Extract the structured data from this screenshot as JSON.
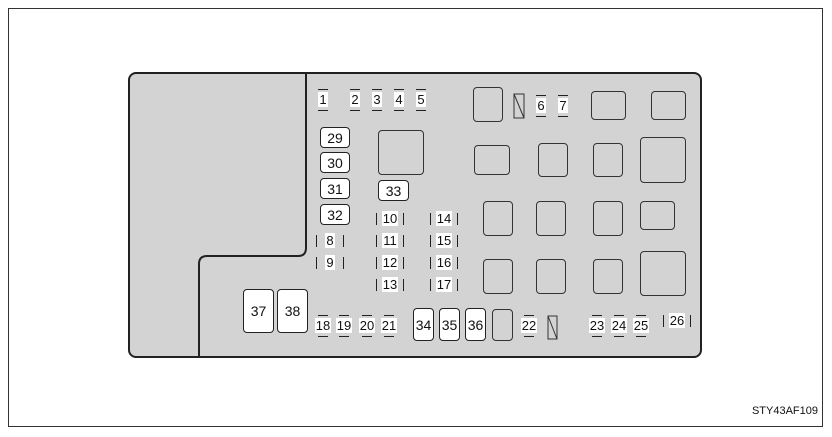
{
  "diagram": {
    "caption": "STY43AF109",
    "fuses": [
      "1",
      "2",
      "3",
      "4",
      "5",
      "6",
      "7",
      "8",
      "9",
      "10",
      "11",
      "12",
      "13",
      "14",
      "15",
      "16",
      "17",
      "18",
      "19",
      "20",
      "21",
      "22",
      "23",
      "24",
      "25",
      "26"
    ],
    "cartridge_fuses": [
      "29",
      "30",
      "31",
      "32",
      "33",
      "34",
      "35",
      "36",
      "37",
      "38"
    ]
  }
}
